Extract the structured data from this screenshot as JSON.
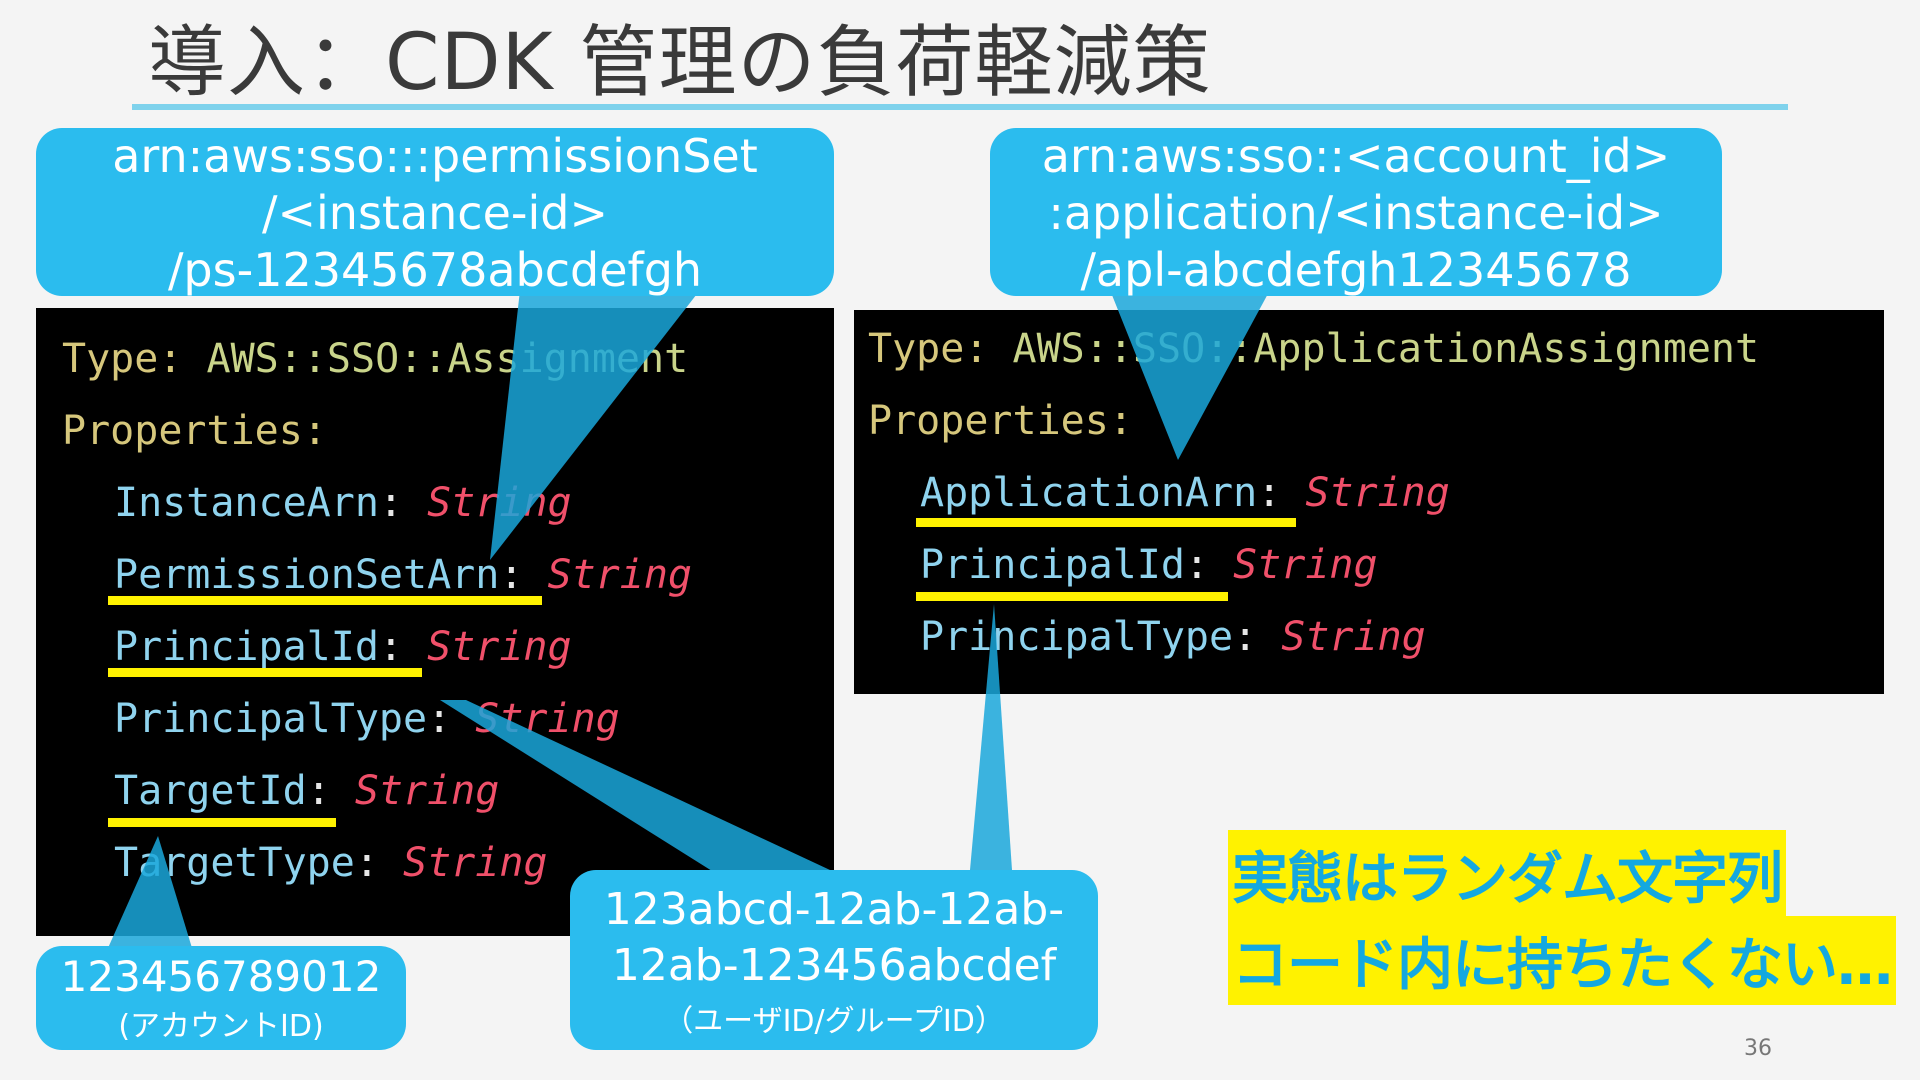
{
  "slide": {
    "title": "導入：CDK 管理の負荷軽減策",
    "page_number": "36"
  },
  "code_left": {
    "type_key": "Type:",
    "type_value": "AWS::SSO::Assignment",
    "properties_key": "Properties:",
    "props": [
      {
        "name": "InstanceArn",
        "type": "String"
      },
      {
        "name": "PermissionSetArn",
        "type": "String"
      },
      {
        "name": "PrincipalId",
        "type": "String"
      },
      {
        "name": "PrincipalType",
        "type": "String"
      },
      {
        "name": "TargetId",
        "type": "String"
      },
      {
        "name": "TargetType",
        "type": "String"
      }
    ]
  },
  "code_right": {
    "type_key": "Type:",
    "type_value": "AWS::SSO::ApplicationAssignment",
    "properties_key": "Properties:",
    "props": [
      {
        "name": "ApplicationArn",
        "type": "String"
      },
      {
        "name": "PrincipalId",
        "type": "String"
      },
      {
        "name": "PrincipalType",
        "type": "String"
      }
    ]
  },
  "callouts": {
    "permission_set_arn": {
      "line1": "arn:aws:sso:::permissionSet",
      "line2": "/<instance-id>",
      "line3": "/ps-12345678abcdefgh"
    },
    "application_arn": {
      "line1": "arn:aws:sso::<account_id>",
      "line2": ":application/<instance-id>",
      "line3": "/apl-abcdefgh12345678"
    },
    "account_id": {
      "value": "123456789012",
      "label": "(アカウントID)"
    },
    "principal_id": {
      "line1": "123abcd-12ab-12ab-",
      "line2": "12ab-123456abcdef",
      "label": "（ユーザID/グループID）"
    }
  },
  "note": {
    "line1": "実態はランダム文字列",
    "line2": "コード内に持ちたくない…"
  },
  "colors": {
    "callout": "#2bbcee",
    "highlight": "#fff200",
    "title_rule": "#7fd2ec"
  }
}
